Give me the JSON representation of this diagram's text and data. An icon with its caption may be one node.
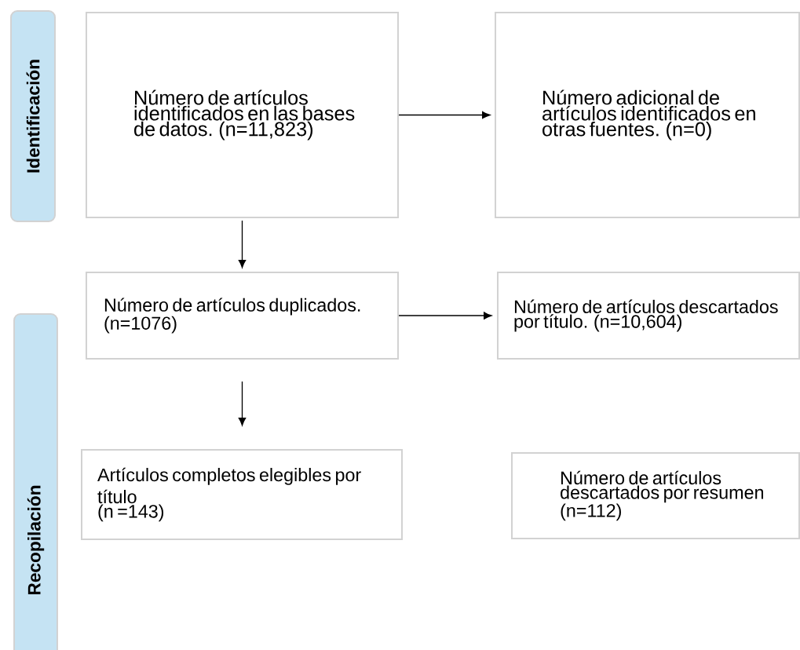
{
  "diagram": {
    "nodes": [
      {
        "text": [
          "Identificación"
        ]
      },
      {
        "text": [
          "Número de artículos identificados en las bases de datos.  (n=11,823)"
        ]
      },
      {
        "text": [
          "Número adicional de artículos identificados en otras fuentes. (n=0)"
        ]
      },
      {
        "text": [
          "Recopilación"
        ]
      },
      {
        "text": [
          "Número de artículos duplicados. (n=1076)"
        ]
      },
      {
        "text": [
          "Número de artículos descartados por título.  (n=10,604)"
        ]
      },
      {
        "text": [
          "Artículos completos elegibles por título",
          "(n =143)"
        ]
      },
      {
        "text": [
          "Número de artículos descartados por resumen (n=112)"
        ]
      }
    ],
    "edges": [
      {
        "from": 1,
        "to": 2,
        "arrow": "to"
      },
      {
        "from": 1,
        "to": 4,
        "arrow": "to"
      },
      {
        "from": 4,
        "to": 5,
        "arrow": "to"
      },
      {
        "from": 4,
        "to": 6,
        "arrow": "to"
      }
    ]
  }
}
